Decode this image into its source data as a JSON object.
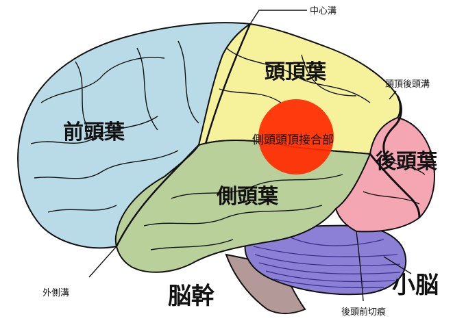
{
  "colors": {
    "frontal": "#b9dbe8",
    "parietal": "#f6f29c",
    "occipital": "#f4a6b3",
    "temporal": "#b9d09a",
    "cerebellum": "#8b80d6",
    "brainstem": "#b39a98",
    "tpj_marker": "#ff2a00",
    "outline": "#111111"
  },
  "labels": {
    "central_sulcus": "中心溝",
    "parieto_occipital_sulcus": "頭頂後頭溝",
    "frontal_lobe": "前頭葉",
    "parietal_lobe": "頭頂葉",
    "occipital_lobe": "後頭葉",
    "temporal_lobe": "側頭葉",
    "tpj": "側頭頭頂接合部",
    "lateral_sulcus": "外側溝",
    "brainstem": "脳幹",
    "cerebellum": "小脳",
    "preoccipital_notch": "後頭前切痕"
  }
}
